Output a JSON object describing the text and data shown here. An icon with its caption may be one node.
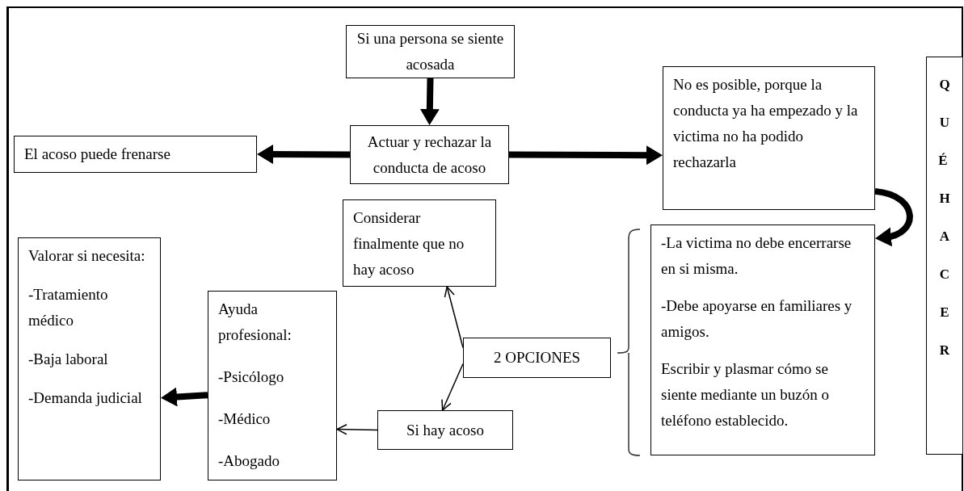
{
  "diagram": {
    "nodes": [
      {
        "text": [
          "Si una persona se siente acosada"
        ]
      },
      {
        "text": [
          "Actuar y rechazar la conducta de acoso"
        ]
      },
      {
        "text": [
          "El acoso puede frenarse"
        ]
      },
      {
        "text": [
          "No es posible, porque la conducta ya ha empezado y la victima no ha podido rechazarla"
        ]
      },
      {
        "text": [
          "QUÉ HACER"
        ]
      },
      {
        "text": [
          "Considerar finalmente que no hay acoso"
        ]
      },
      {
        "text": [
          "-La victima no debe encerrarse en si misma.",
          "-Debe apoyarse en familiares y amigos.",
          "Escribir y plasmar cómo se siente mediante un buzón o teléfono establecido."
        ]
      },
      {
        "text": [
          "2 OPCIONES"
        ]
      },
      {
        "text": [
          "Si hay acoso"
        ]
      },
      {
        "text": [
          "Ayuda profesional:",
          "-Psicólogo",
          "-Médico",
          "-Abogado"
        ]
      },
      {
        "text": [
          "Valorar si necesita:",
          "-Tratamiento médico",
          "-Baja laboral",
          "-Demanda judicial"
        ]
      }
    ],
    "edges": [
      {
        "from": 0,
        "to": 1,
        "arrow": "to"
      },
      {
        "from": 1,
        "to": 2,
        "arrow": "to"
      },
      {
        "from": 1,
        "to": 3,
        "arrow": "to"
      },
      {
        "from": 3,
        "to": 6,
        "arrow": "to"
      },
      {
        "from": 7,
        "to": 5,
        "arrow": "to"
      },
      {
        "from": 7,
        "to": 8,
        "arrow": "to"
      },
      {
        "from": 8,
        "to": 9,
        "arrow": "to"
      },
      {
        "from": 9,
        "to": 10,
        "arrow": "to"
      }
    ]
  }
}
